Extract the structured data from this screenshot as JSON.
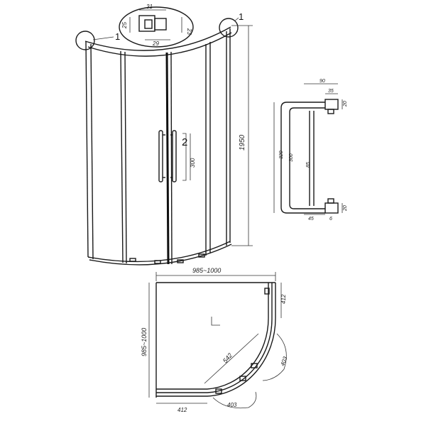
{
  "front_view": {
    "height": "1950",
    "callout_1_left": "1",
    "callout_1_right": "1",
    "callout_2": "2",
    "handle_length": "300"
  },
  "profile_detail": {
    "w_top": "31",
    "w_bottom": "29",
    "h_left": "25",
    "h_right": "23"
  },
  "handle_detail": {
    "depth": "90",
    "bracket_w": "35",
    "bracket_h_top": "20",
    "bracket_h_bottom": "20",
    "total_length": "320",
    "length_300": "300",
    "center": "85",
    "offset": "45",
    "thickness": "6"
  },
  "plan_view": {
    "width": "985~1000",
    "depth": "985~1000",
    "radius": "542",
    "straight_right": "412",
    "straight_bottom": "412",
    "door_right": "403",
    "door_bottom": "403"
  }
}
